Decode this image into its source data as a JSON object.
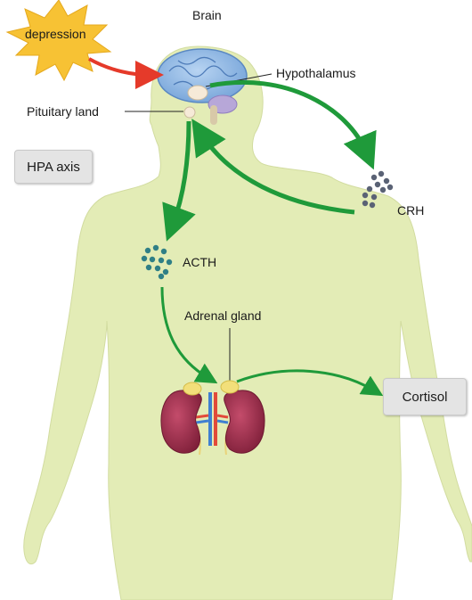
{
  "labels": {
    "brain": "Brain",
    "depression": "depression",
    "hypothalamus": "Hypothalamus",
    "pituitary": "Pituitary land",
    "hpa_axis": "HPA axis",
    "crh": "CRH",
    "acth": "ACTH",
    "adrenal": "Adrenal gland",
    "cortisol": "Cortisol"
  },
  "colors": {
    "body": "#e3ecb6",
    "arrow_green": "#1f9a3a",
    "arrow_red": "#e53a2a",
    "burst": "#f7c234",
    "brain": "#8fb8e6",
    "kidney": "#9b2b47",
    "crh_dots": "#5a6275",
    "acth_dots": "#2f7f86"
  }
}
